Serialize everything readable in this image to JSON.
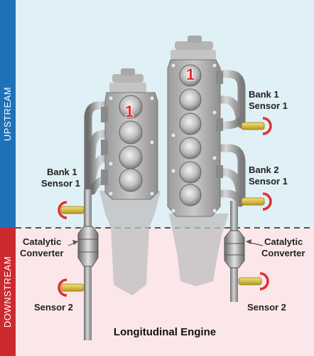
{
  "zones": {
    "upstream": "UPSTREAM",
    "downstream": "DOWNSTREAM"
  },
  "left_engine": {
    "cylinder_number": "1",
    "sensor_upstream": [
      "Bank 1",
      "Sensor 1"
    ],
    "converter": [
      "Catalytic",
      "Converter"
    ],
    "sensor_downstream": "Sensor 2"
  },
  "right_engine": {
    "cylinder_number": "1",
    "sensor_bank1": [
      "Bank 1",
      "Sensor 1"
    ],
    "sensor_bank2": [
      "Bank 2",
      "Sensor 1"
    ],
    "converter": [
      "Catalytic",
      "Converter"
    ],
    "sensor_downstream": "Sensor 2"
  },
  "caption": "Longitudinal Engine",
  "colors": {
    "upstream_bg": "#dff0f6",
    "downstream_bg": "#fbe7ea",
    "upstream_bar": "#1f72b8",
    "downstream_bar": "#cc2a2f",
    "accent_red": "#e03030",
    "sensor_yellow": "#e0c63a"
  }
}
